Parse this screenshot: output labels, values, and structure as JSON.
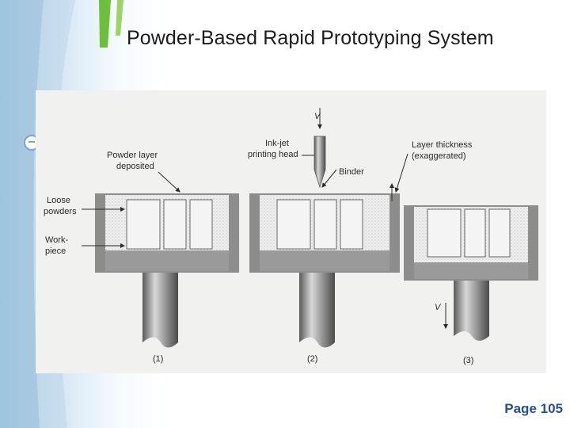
{
  "slide": {
    "title": "Powder-Based Rapid Prototyping System",
    "page_label": "Page 105"
  },
  "figure": {
    "labels": {
      "powder_layer": [
        "Powder layer",
        "deposited"
      ],
      "loose_powders": [
        "Loose",
        "powders"
      ],
      "workpiece": [
        "Work-",
        "piece"
      ],
      "inkjet": [
        "Ink-jet",
        "printing head"
      ],
      "binder": "Binder",
      "layer_thickness": [
        "Layer thickness",
        "(exaggerated)"
      ],
      "v_top": "V",
      "v_bottom": "V"
    },
    "steps": [
      "(1)",
      "(2)",
      "(3)"
    ]
  }
}
